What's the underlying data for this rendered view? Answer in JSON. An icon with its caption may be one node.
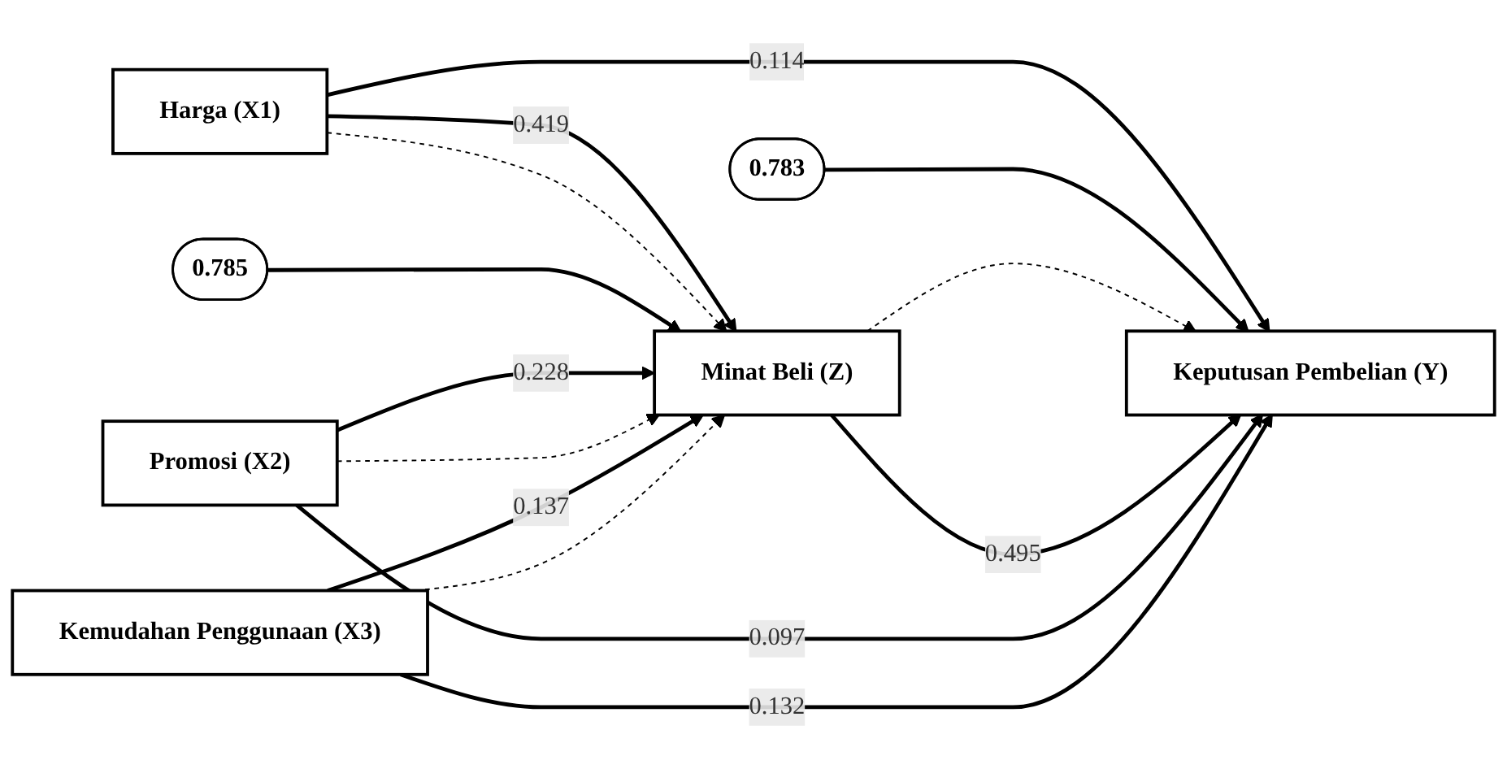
{
  "diagram": {
    "nodes": [
      {
        "text": [
          "Harga (X1)"
        ]
      },
      {
        "text": [
          "0.785"
        ]
      },
      {
        "text": [
          "0.783"
        ]
      },
      {
        "text": [
          "Minat Beli (Z)"
        ]
      },
      {
        "text": [
          "Keputusan Pembelian (Y)"
        ]
      },
      {
        "text": [
          "Promosi (X2)"
        ]
      },
      {
        "text": [
          "Kemudahan Penggunaan (X3)"
        ]
      }
    ],
    "edges": [
      {
        "from": 0,
        "to": 4,
        "arrow": "to",
        "label": "0.114"
      },
      {
        "from": 0,
        "to": 3,
        "arrow": "to",
        "label": "0.419"
      },
      {
        "from": 0,
        "to": 3,
        "arrow": "to",
        "style": "dashed"
      },
      {
        "from": 1,
        "to": 3,
        "arrow": "to"
      },
      {
        "from": 2,
        "to": 4,
        "arrow": "to"
      },
      {
        "from": 3,
        "to": 4,
        "arrow": "to",
        "style": "dashed"
      },
      {
        "from": 3,
        "to": 4,
        "arrow": "to",
        "label": "0.495"
      },
      {
        "from": 5,
        "to": 3,
        "arrow": "to",
        "label": "0.228"
      },
      {
        "from": 5,
        "to": 3,
        "arrow": "to",
        "style": "dashed"
      },
      {
        "from": 5,
        "to": 4,
        "arrow": "to",
        "label": "0.097"
      },
      {
        "from": 6,
        "to": 3,
        "arrow": "to",
        "label": "0.137"
      },
      {
        "from": 6,
        "to": 3,
        "arrow": "to",
        "style": "dashed"
      },
      {
        "from": 6,
        "to": 4,
        "arrow": "to",
        "label": "0.132"
      }
    ]
  }
}
